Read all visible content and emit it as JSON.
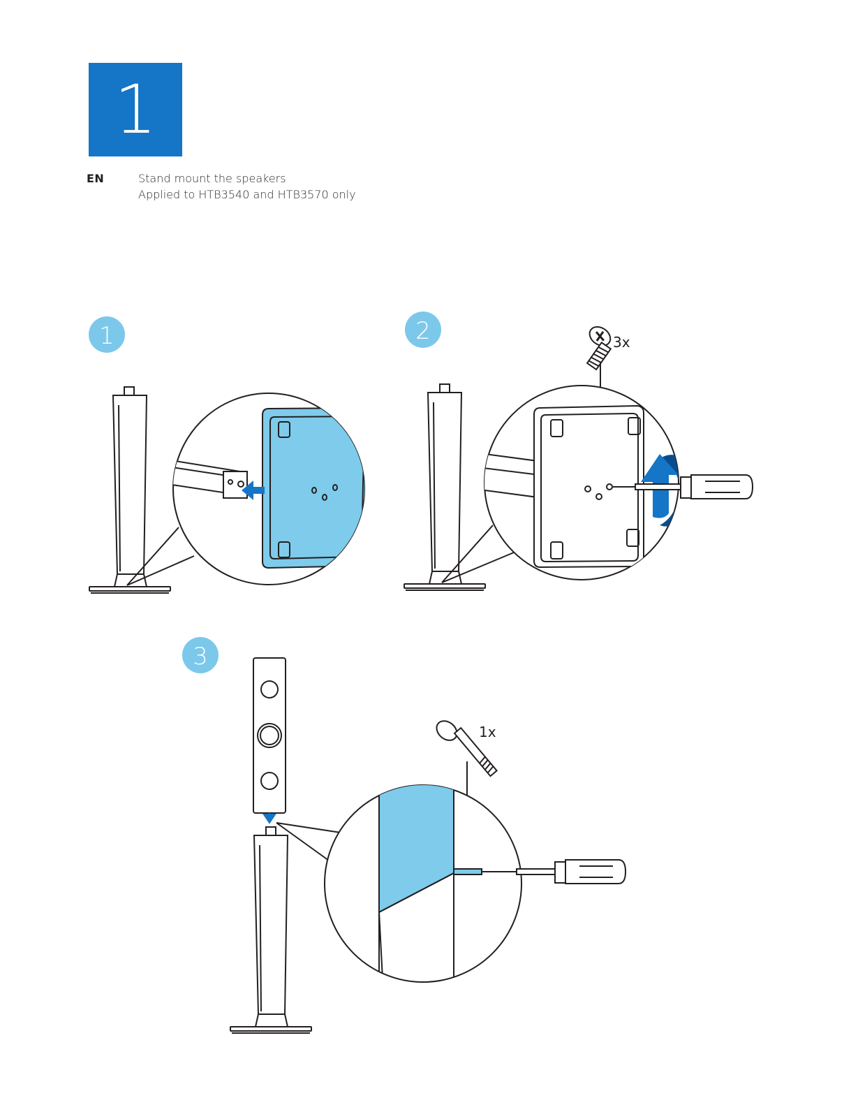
{
  "header": {
    "step_number": "1",
    "language_code": "EN",
    "title": "Stand mount the speakers",
    "subtitle": "Applied to HTB3540 and HTB3570 only"
  },
  "steps": [
    {
      "number": "1"
    },
    {
      "number": "2",
      "quantity": "3x"
    },
    {
      "number": "3",
      "quantity": "1x"
    }
  ],
  "colors": {
    "primary_blue": "#1575c7",
    "badge_blue": "#7cc8ea",
    "panel_blue": "#7ecbeb",
    "dark_blue": "#0a4d8c",
    "line": "#231f20"
  }
}
